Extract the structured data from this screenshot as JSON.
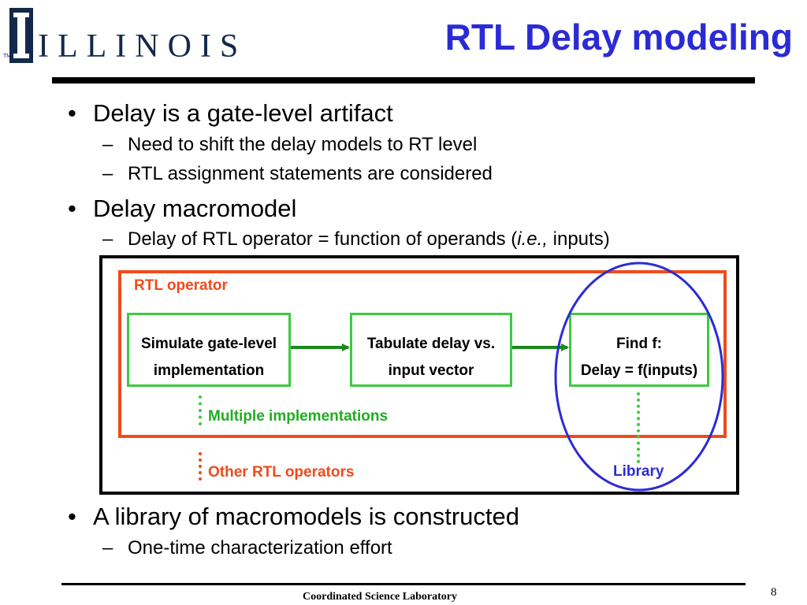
{
  "logo": {
    "text": "ILLINOIS",
    "tm": "TM"
  },
  "title": "RTL Delay modeling",
  "bullets": [
    {
      "text": "Delay is a gate-level artifact",
      "sub": [
        "Need to shift the delay models to RT level",
        "RTL assignment statements are considered"
      ]
    },
    {
      "text": "Delay macromodel",
      "sub": []
    },
    {
      "text": "A library of macromodels is constructed",
      "sub": [
        "One-time characterization effort"
      ]
    }
  ],
  "macromodel_sub": {
    "prefix": "Delay of RTL operator = function of operands (",
    "italic": "i.e.,",
    "suffix": " inputs)"
  },
  "diagram": {
    "rtl_operator_label": "RTL operator",
    "box1": {
      "line1": "Simulate gate-level",
      "line2": "implementation"
    },
    "box2": {
      "line1": "Tabulate delay vs.",
      "line2": "input vector"
    },
    "box3": {
      "line1": "Find f:",
      "line2": "Delay = f(inputs)"
    },
    "multiple_label": "Multiple implementations",
    "other_label": "Other RTL operators",
    "library_label": "Library",
    "colors": {
      "orange": "#f04a1a",
      "green": "#3ccb3c",
      "blue": "#2b2bd6",
      "arrow": "#1a8a1a"
    }
  },
  "footer": {
    "text": "Coordinated Science Laboratory",
    "page": "8"
  }
}
